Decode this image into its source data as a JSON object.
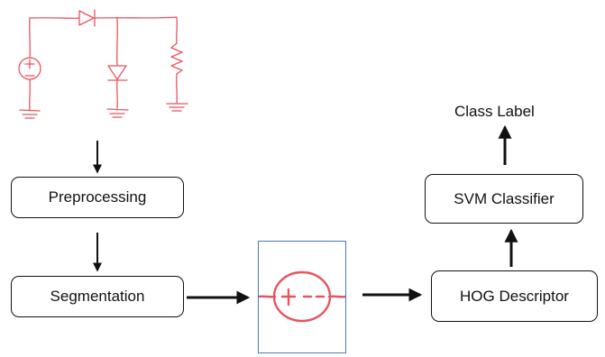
{
  "pipeline": {
    "preprocessing_label": "Preprocessing",
    "segmentation_label": "Segmentation",
    "hog_label": "HOG Descriptor",
    "svm_label": "SVM Classifier",
    "output_label": "Class Label"
  },
  "colors": {
    "sketch": "#e8555f",
    "frame": "#4a78c0",
    "ink": "#111111"
  },
  "icons": {
    "circuit": "hand-drawn-circuit-sketch",
    "segmented_component": "hand-drawn-voltage-source-symbol"
  }
}
